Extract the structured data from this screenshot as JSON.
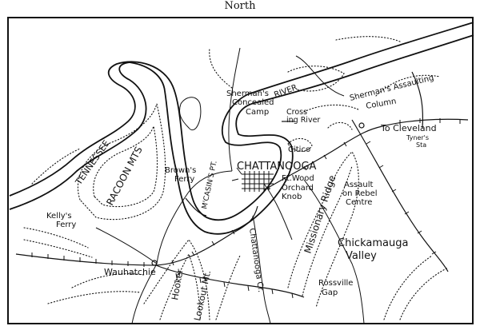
{
  "caption": "North",
  "colors": {
    "ink": "#111111",
    "paper": "#ffffff"
  },
  "labels": {
    "shermans_concealed_camp_1": "Sherman's",
    "shermans_concealed_camp_2": "Concealed",
    "shermans_concealed_camp_3": "Camp",
    "river": "RIVER",
    "crossing_river_1": "Cross",
    "crossing_river_2": "ing River",
    "shermans_assaulting_1": "Sherman's Assaulting",
    "shermans_assaulting_2": "Column",
    "to_cleveland": "To Cleveland",
    "tyners_sta_1": "Tyner's",
    "tyners_sta_2": "Sta",
    "tennessee": "TENNESSEE",
    "racoon_mts": "RACOON MTS",
    "browns_ferry_1": "Brown's",
    "browns_ferry_2": "Ferry",
    "mccasins_pt": "M'CASIN'S PT.",
    "chattanooga": "CHATTANOOGA",
    "citico": "Citico",
    "ft_wood": "Ft.Wood",
    "orchard_knob_1": "Orchard",
    "orchard_knob_2": "Knob",
    "missionary_ridge": "Missionary Ridge",
    "assault_1": "Assault",
    "assault_2": "on Rebel",
    "assault_3": "Centre",
    "kellys_ferry_1": "Kelly's",
    "kellys_ferry_2": "Ferry",
    "chickamauga_valley_1": "Chickamauga",
    "chickamauga_valley_2": "Valley",
    "chattanooga_cr": "Chattanooga Cr.",
    "wauhatchie": "Wauhatchie",
    "hooker": "Hooker",
    "lookout_mt": "Lookout Mt.",
    "rossville_gap_1": "Rossville",
    "rossville_gap_2": "Gap"
  }
}
